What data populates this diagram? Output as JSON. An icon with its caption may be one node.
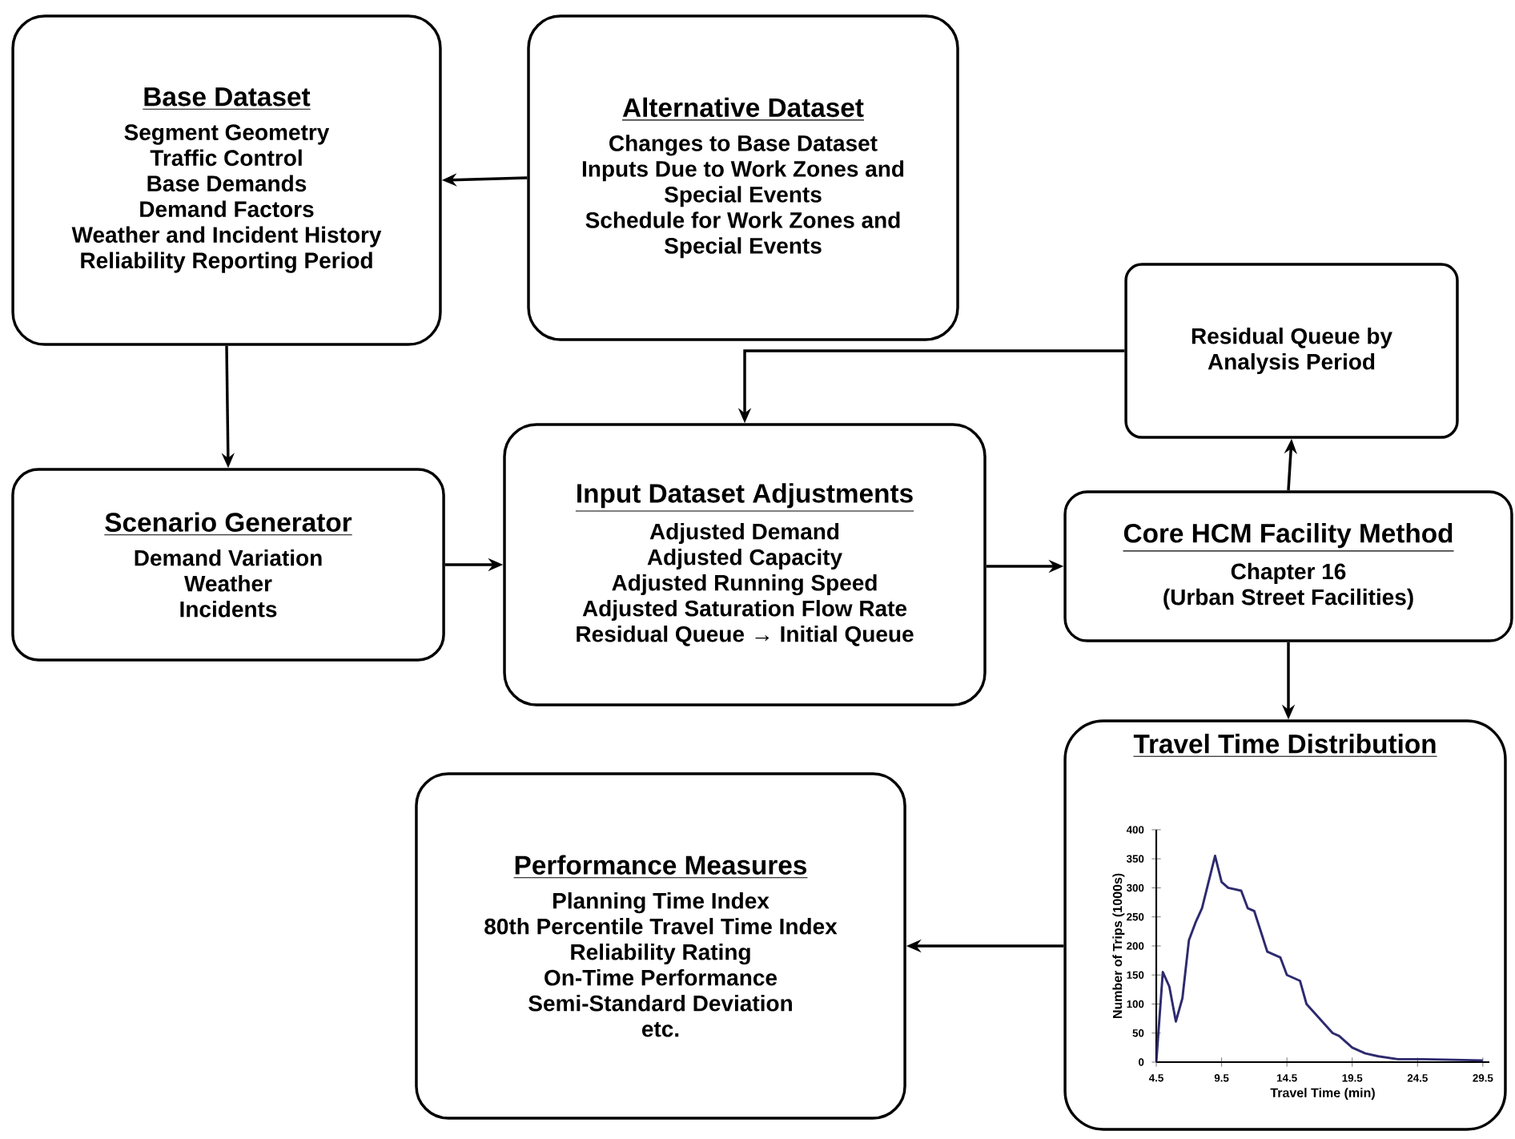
{
  "diagram": {
    "nodes": [
      {
        "text": [
          "Base Dataset",
          "Segment Geometry",
          "Traffic Control",
          "Base Demands",
          "Demand Factors",
          "Weather and Incident History",
          "Reliability Reporting Period"
        ]
      },
      {
        "text": [
          "Alternative Dataset",
          "Changes to Base Dataset Inputs Due to Work Zones and Special Events",
          "Schedule for Work Zones and Special Events"
        ]
      },
      {
        "text": [
          "Residual Queue by Analysis Period"
        ]
      },
      {
        "text": [
          "Scenario Generator",
          "Demand Variation",
          "Weather",
          "Incidents"
        ]
      },
      {
        "text": [
          "Input Dataset Adjustments",
          "Adjusted Demand",
          "Adjusted Capacity",
          "Adjusted Running Speed",
          "Adjusted Saturation Flow Rate",
          "Residual Queue → Initial Queue"
        ]
      },
      {
        "text": [
          "Core HCM Facility Method",
          "Chapter 16",
          "(Urban Street Facilities)"
        ]
      },
      {
        "text": [
          "Travel Time Distribution"
        ]
      },
      {
        "text": [
          "Performance Measures",
          "Planning Time Index",
          "80th Percentile Travel Time Index",
          "Reliability Rating",
          "On-Time Performance",
          "Semi-Standard Deviation",
          "etc."
        ]
      }
    ],
    "edges": [
      {
        "from": 1,
        "to": 0,
        "arrow": "to"
      },
      {
        "from": 0,
        "to": 3,
        "arrow": "to"
      },
      {
        "from": 3,
        "to": 4,
        "arrow": "to"
      },
      {
        "from": 4,
        "to": 5,
        "arrow": "to"
      },
      {
        "from": 5,
        "to": 2,
        "arrow": "to"
      },
      {
        "from": 2,
        "to": 4,
        "arrow": "to"
      },
      {
        "from": 5,
        "to": 6,
        "arrow": "to"
      },
      {
        "from": 6,
        "to": 7,
        "arrow": "to"
      }
    ],
    "chart_data": {
      "type": "line",
      "xlabel": "Travel Time (min)",
      "ylabel": "Number of Trips (1000s)",
      "x": [
        4.5,
        5,
        5.5,
        6,
        6.5,
        7,
        7.5,
        8,
        8.5,
        9,
        9.5,
        10,
        11,
        11.5,
        12,
        12.5,
        13,
        13.5,
        14,
        14.5,
        15.5,
        16,
        17,
        18,
        18.5,
        19.5,
        20.5,
        21.5,
        23,
        25,
        29.5
      ],
      "series": [
        {
          "color": "#2e2a6e",
          "values": [
            0,
            155,
            130,
            70,
            110,
            210,
            240,
            265,
            310,
            355,
            310,
            300,
            295,
            265,
            260,
            225,
            190,
            185,
            180,
            150,
            140,
            100,
            75,
            50,
            45,
            25,
            15,
            10,
            5,
            5,
            3
          ]
        }
      ],
      "xlim": [
        4.5,
        30
      ],
      "ylim": [
        0,
        400
      ],
      "xticks": [
        4.5,
        9.5,
        14.5,
        19.5,
        24.5,
        29.5
      ],
      "yticks": [
        0,
        50,
        100,
        150,
        200,
        250,
        300,
        350,
        400
      ]
    }
  }
}
